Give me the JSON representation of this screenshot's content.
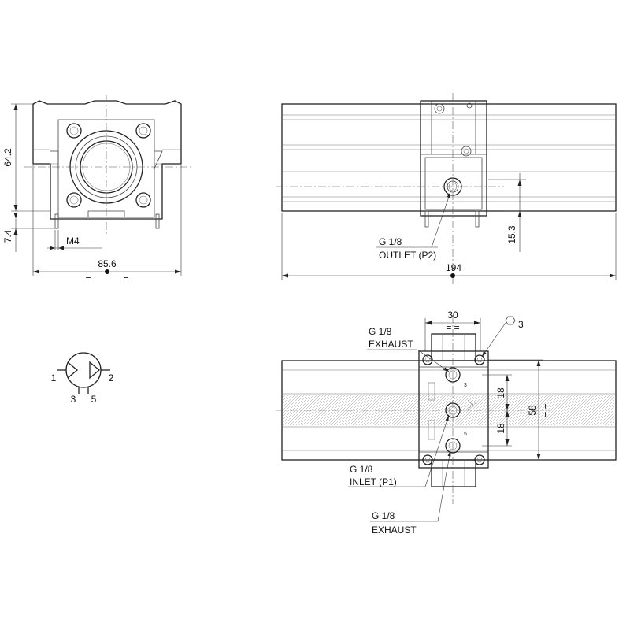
{
  "front_view": {
    "height": "64.2",
    "pin_length": "7.4",
    "thread": "M4",
    "width": "85.6",
    "equal_left": "=",
    "equal_right": "="
  },
  "side_view": {
    "port_size": "G 1/8",
    "port_name": "OUTLET (P2)",
    "port_height": "15.3",
    "length": "194"
  },
  "top_view": {
    "pitch_width": "30",
    "pitch_equal": "= =",
    "hex_size": "3",
    "spacing_upper": "18",
    "spacing_lower": "18",
    "height": "58",
    "height_equal": "= =",
    "exhaust_upper_size": "G 1/8",
    "exhaust_upper_name": "EXHAUST",
    "inlet_size": "G 1/8",
    "inlet_name": "INLET (P1)",
    "exhaust_lower_size": "G 1/8",
    "exhaust_lower_name": "EXHAUST",
    "port_mark_3": "3",
    "port_mark_5": "5"
  },
  "symbol": {
    "port_1": "1",
    "port_2": "2",
    "port_3": "3",
    "port_5": "5"
  }
}
